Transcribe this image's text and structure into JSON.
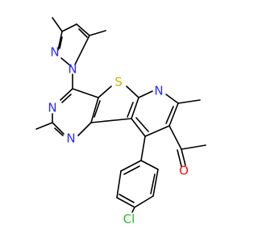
{
  "molecule": {
    "colors": {
      "bond": "#000000",
      "N": "#2a2aff",
      "S": "#c8b400",
      "O": "#ff0d0d",
      "Cl": "#1ebe1e",
      "background": "#ffffff"
    },
    "labels": {
      "N_pz1": "N",
      "N_pz2": "N",
      "N_pym1": "N",
      "N_pym2": "N",
      "N_pyr": "N",
      "S": "S",
      "O": "O",
      "Cl": "Cl"
    }
  }
}
